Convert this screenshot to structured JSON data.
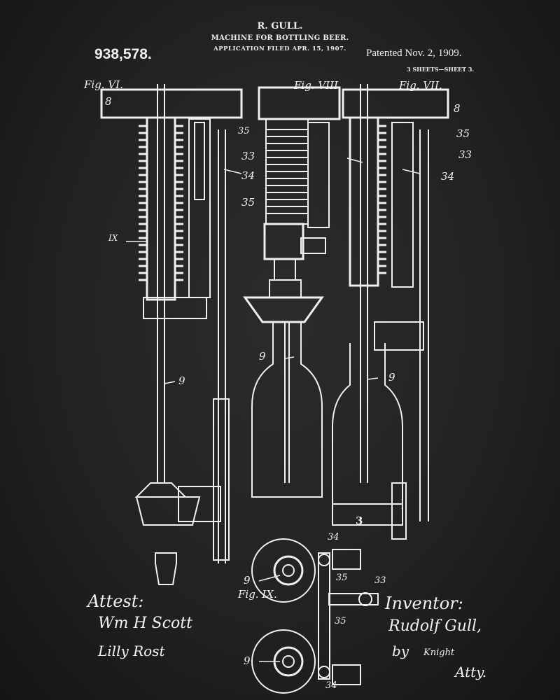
{
  "header": {
    "inventor_name": "R. GULL.",
    "title": "MACHINE FOR BOTTLING BEER.",
    "filed": "APPLICATION FILED APR. 15, 1907.",
    "patent_number": "938,578.",
    "patented": "Patented Nov. 2, 1909.",
    "sheets": "3 SHEETS—SHEET 3."
  },
  "figures": {
    "fig6": "Fig. VI.",
    "fig8": "Fig. VIII.",
    "fig7": "Fig. VII.",
    "fig9": "Fig. IX."
  },
  "reference_numerals": {
    "n8": "8",
    "n35": "35",
    "n33": "33",
    "n34": "34",
    "n9": "9",
    "n3": "3",
    "section": "IX"
  },
  "signatures": {
    "attest": "Attest:",
    "witness1": "Wm H Scott",
    "witness2": "Lilly Rost",
    "inventor_label": "Inventor:",
    "inventor": "Rudolf Gull,",
    "by": "by",
    "attorney": "Knight",
    "atty": "Atty."
  },
  "colors": {
    "background": "#1f1f1f",
    "ink": "#f0f0f0"
  }
}
